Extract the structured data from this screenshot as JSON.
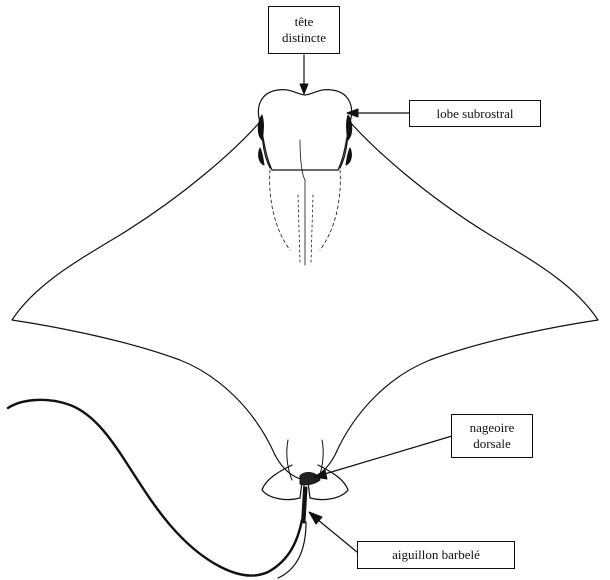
{
  "labels": {
    "tete_line1": "tête",
    "tete_line2": "distincte",
    "lobe": "lobe subrostral",
    "nageoire_line1": "nageoire",
    "nageoire_line2": "dorsale",
    "aiguillon": "aiguillon barbelé"
  },
  "colors": {
    "ink": "#111111",
    "background": "#ffffff"
  }
}
